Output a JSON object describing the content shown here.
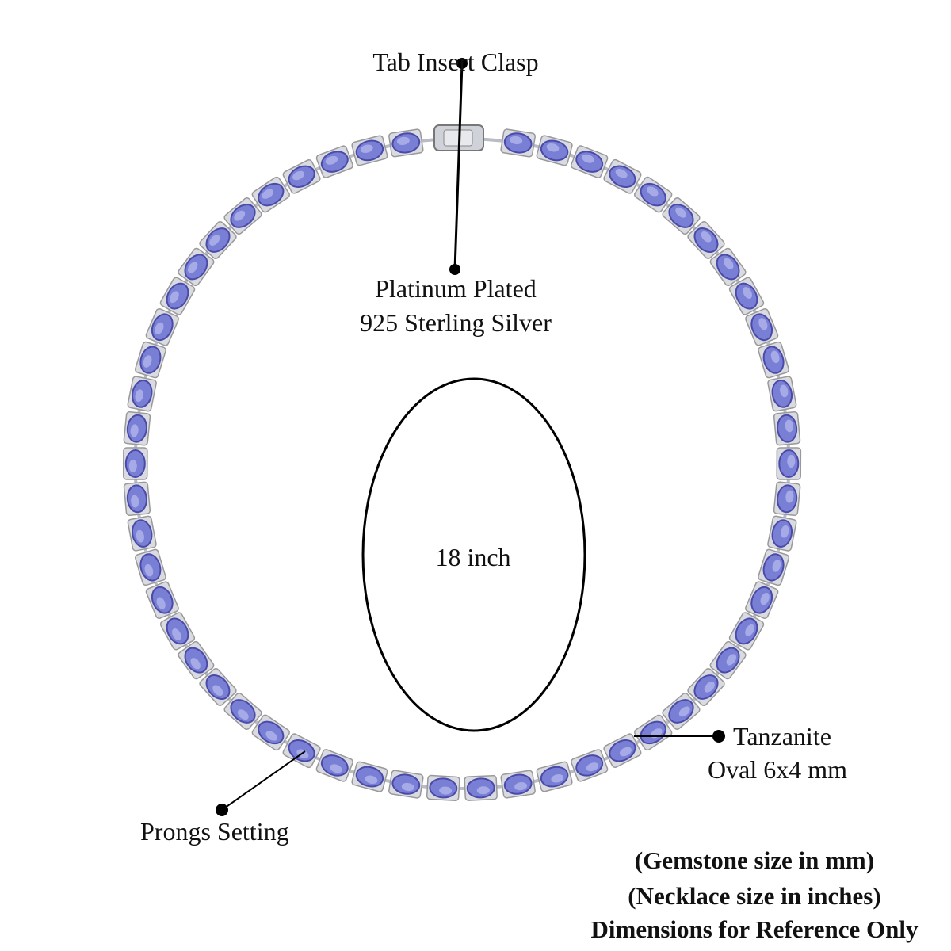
{
  "callouts": {
    "clasp": "Tab Insert Clasp",
    "metal_line1": "Platinum Plated",
    "metal_line2": "925 Sterling Silver",
    "length": "18 inch",
    "stone_line1": "Tanzanite",
    "stone_line2": "Oval 6x4 mm",
    "setting": "Prongs Setting"
  },
  "notes": [
    "(Gemstone size in mm)",
    "(Necklace size in inches)",
    "Dimensions for Reference Only"
  ],
  "colors": {
    "gem": "#7a7fd6",
    "gem_dark": "#4a4aa8",
    "metal": "#d9dbe0",
    "line": "#000000"
  }
}
